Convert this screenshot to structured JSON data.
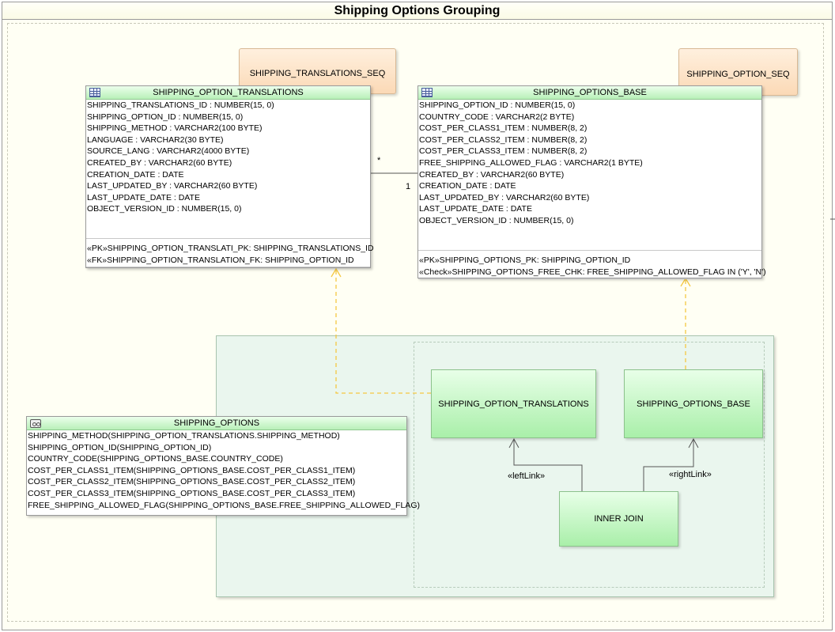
{
  "diagram": {
    "title": "Shipping Options Grouping",
    "sequences": {
      "translations_seq": "SHIPPING_TRANSLATIONS_SEQ",
      "option_seq": "SHIPPING_OPTION_SEQ"
    },
    "tables": {
      "translations": {
        "name": "SHIPPING_OPTION_TRANSLATIONS",
        "columns": [
          "SHIPPING_TRANSLATIONS_ID : NUMBER(15, 0)",
          "SHIPPING_OPTION_ID : NUMBER(15, 0)",
          "SHIPPING_METHOD : VARCHAR2(100 BYTE)",
          "LANGUAGE : VARCHAR2(30 BYTE)",
          "SOURCE_LANG : VARCHAR2(4000 BYTE)",
          "CREATED_BY : VARCHAR2(60 BYTE)",
          "CREATION_DATE : DATE",
          "LAST_UPDATED_BY : VARCHAR2(60 BYTE)",
          "LAST_UPDATE_DATE : DATE",
          "OBJECT_VERSION_ID : NUMBER(15, 0)"
        ],
        "constraints": [
          "«PK»SHIPPING_OPTION_TRANSLATI_PK: SHIPPING_TRANSLATIONS_ID",
          "«FK»SHIPPING_OPTION_TRANSLATION_FK: SHIPPING_OPTION_ID"
        ]
      },
      "base": {
        "name": "SHIPPING_OPTIONS_BASE",
        "columns": [
          "SHIPPING_OPTION_ID : NUMBER(15, 0)",
          "COUNTRY_CODE : VARCHAR2(2 BYTE)",
          "COST_PER_CLASS1_ITEM : NUMBER(8, 2)",
          "COST_PER_CLASS2_ITEM : NUMBER(8, 2)",
          "COST_PER_CLASS3_ITEM : NUMBER(8, 2)",
          "FREE_SHIPPING_ALLOWED_FLAG : VARCHAR2(1 BYTE)",
          "CREATED_BY : VARCHAR2(60 BYTE)",
          "CREATION_DATE : DATE",
          "LAST_UPDATED_BY : VARCHAR2(60 BYTE)",
          "LAST_UPDATE_DATE : DATE",
          "OBJECT_VERSION_ID : NUMBER(15, 0)"
        ],
        "constraints": [
          "«PK»SHIPPING_OPTIONS_PK: SHIPPING_OPTION_ID",
          "«Check»SHIPPING_OPTIONS_FREE_CHK: FREE_SHIPPING_ALLOWED_FLAG IN ('Y', 'N')"
        ]
      }
    },
    "relationship": {
      "many": "*",
      "one": "1"
    },
    "view": {
      "name": "SHIPPING_OPTIONS",
      "columns": [
        "SHIPPING_METHOD(SHIPPING_OPTION_TRANSLATIONS.SHIPPING_METHOD)",
        "SHIPPING_OPTION_ID(SHIPPING_OPTION_ID)",
        "COUNTRY_CODE(SHIPPING_OPTIONS_BASE.COUNTRY_CODE)",
        "COST_PER_CLASS1_ITEM(SHIPPING_OPTIONS_BASE.COST_PER_CLASS1_ITEM)",
        "COST_PER_CLASS2_ITEM(SHIPPING_OPTIONS_BASE.COST_PER_CLASS2_ITEM)",
        "COST_PER_CLASS3_ITEM(SHIPPING_OPTIONS_BASE.COST_PER_CLASS3_ITEM)",
        "FREE_SHIPPING_ALLOWED_FLAG(SHIPPING_OPTIONS_BASE.FREE_SHIPPING_ALLOWED_FLAG)"
      ]
    },
    "query": {
      "left_node": "SHIPPING_OPTION_TRANSLATIONS",
      "right_node": "SHIPPING_OPTIONS_BASE",
      "join_node": "INNER JOIN",
      "left_link": "«leftLink»",
      "right_link": "«rightLink»"
    },
    "colors": {
      "table_header": "#b8f0b8",
      "sequence": "#fbd9b6",
      "query_area": "#eaf6ee",
      "dependency_line": "#f5c842",
      "connector": "#555555"
    }
  }
}
